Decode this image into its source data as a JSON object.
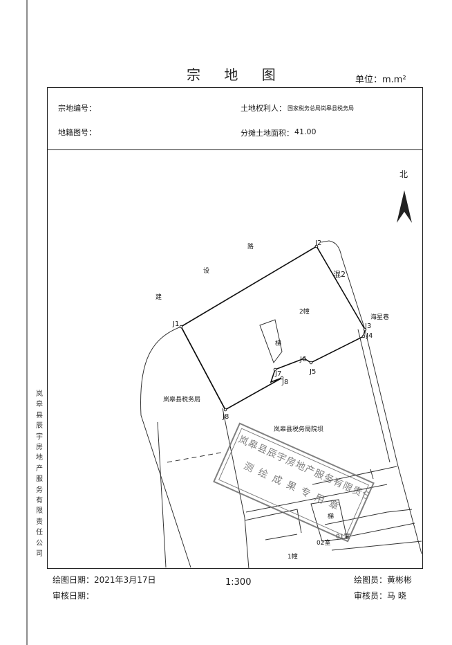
{
  "title": "宗 地 图",
  "unit": "单位：m.m²",
  "header": {
    "parcel_no_label": "宗地编号：",
    "register_no_label": "地籍图号：",
    "owner_label": "土地权利人：",
    "owner_value": "国家税务总局岚皋县税务局",
    "area_label": "分摊土地面积：",
    "area_value": "41.00"
  },
  "map": {
    "north": "北",
    "road_chars": [
      "路",
      "设",
      "建"
    ],
    "lane": "海星巷",
    "hunli": "混2",
    "building2": "2幢",
    "stair_upper": "梯",
    "stair_lower": "梯",
    "tax_bureau": "岚皋县税务局",
    "courtyard": "岚皋县税务局院坝",
    "building1": "1幢",
    "room1": "01室",
    "room2": "02室",
    "points": [
      "J1",
      "J2",
      "J3",
      "J4",
      "J5",
      "J6",
      "J7",
      "J8",
      "J8"
    ]
  },
  "stamp": {
    "line1": "岚皋县辰宇房地产服务有限责任公",
    "line2": "测 绘 成 果 专 用 章"
  },
  "side_vertical": "岚皋县辰宇房地产服务有限责任公司",
  "footer": {
    "draw_date_label": "绘图日期：",
    "draw_date": "2021年3月17日",
    "review_date_label": "审核日期：",
    "scale": "1:300",
    "drafter_label": "绘图员：",
    "drafter": "黄彬彬",
    "reviewer_label": "审核员：",
    "reviewer": "马 晓"
  },
  "colors": {
    "ink": "#222222",
    "stamp": "#6b6b6b"
  }
}
